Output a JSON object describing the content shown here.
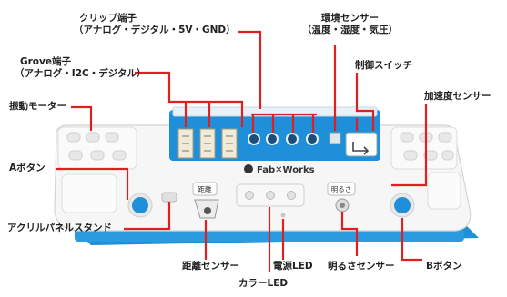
{
  "labels": {
    "clip": {
      "line1": "クリップ端子",
      "line2": "（アナログ・デジタル・5V・GND）"
    },
    "grove": {
      "line1": "Grove端子",
      "line2": "（アナログ・I2C・デジタル）"
    },
    "vibration_motor": "振動モーター",
    "button_a": "Aボタン",
    "acrylic_stand": "アクリルパネルスタンド",
    "distance_sensor": "距離センサー",
    "power_led": "電源LED",
    "color_led": "カラーLED",
    "env_sensor": {
      "line1": "環境センサー",
      "line2": "（温度・湿度・気圧）"
    },
    "control_switch": "制御スイッチ",
    "accel_sensor": "加速度センサー",
    "light_sensor": "明るさセンサー",
    "button_b": "Bボタン"
  },
  "board": {
    "logo": "Fab✕Works",
    "distance_tag": "距離",
    "light_tag": "明るさ"
  },
  "colors": {
    "callout": "#e02020",
    "accent_blue": "#1e8fd8",
    "body_white": "#f4f4f4"
  }
}
